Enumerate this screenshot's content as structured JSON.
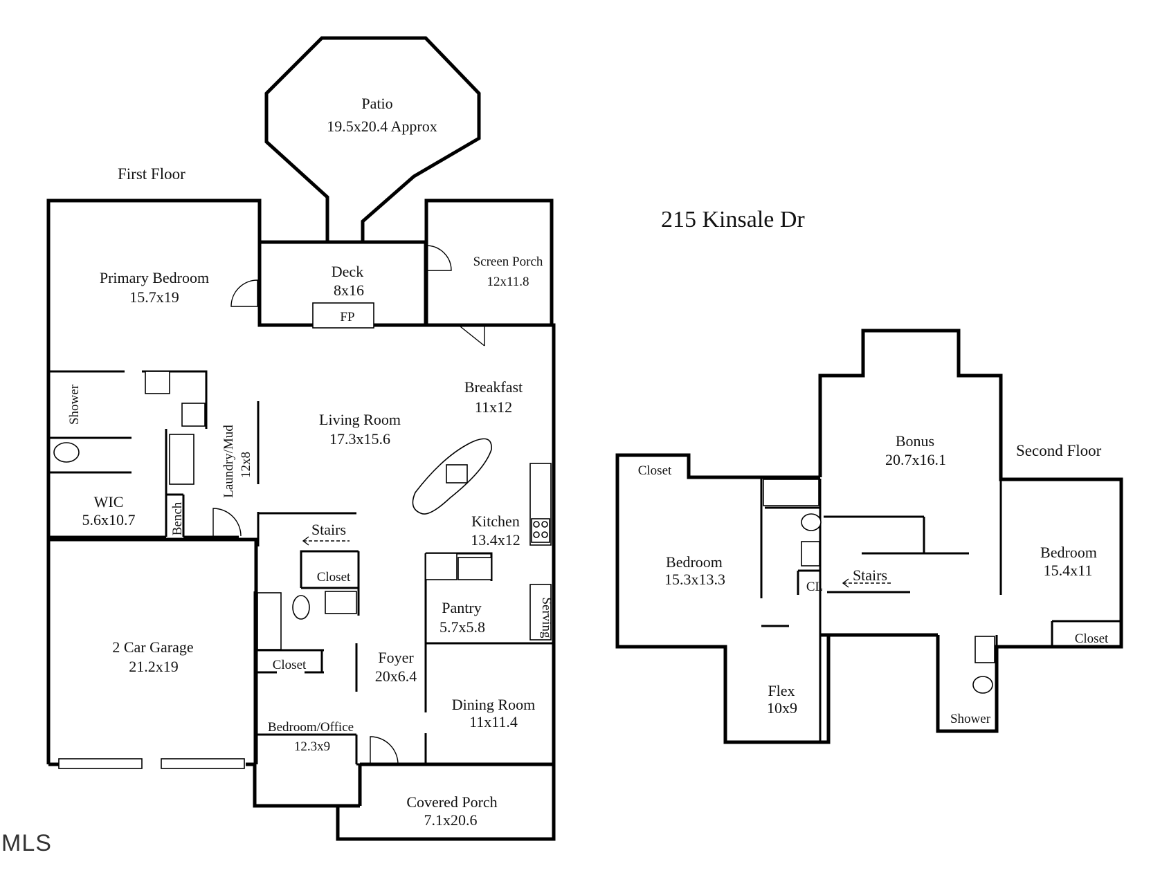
{
  "address": "215 Kinsale Dr",
  "watermark": "MLS",
  "first_floor": {
    "label": "First Floor",
    "rooms": {
      "patio": {
        "name": "Patio",
        "dim": "19.5x20.4 Approx"
      },
      "deck": {
        "name": "Deck",
        "dim": "8x16"
      },
      "fireplace": {
        "name": "FP"
      },
      "screen_porch": {
        "name": "Screen Porch",
        "dim": "12x11.8"
      },
      "primary_bedroom": {
        "name": "Primary Bedroom",
        "dim": "15.7x19"
      },
      "shower": {
        "name": "Shower"
      },
      "wic": {
        "name": "WIC",
        "dim": "5.6x10.7"
      },
      "bench": {
        "name": "Bench"
      },
      "laundry": {
        "name": "Laundry/Mud",
        "dim": "12x8"
      },
      "living_room": {
        "name": "Living Room",
        "dim": "17.3x15.6"
      },
      "breakfast": {
        "name": "Breakfast",
        "dim": "11x12"
      },
      "kitchen": {
        "name": "Kitchen",
        "dim": "13.4x12"
      },
      "stairs": {
        "name": "Stairs"
      },
      "closet_upper": {
        "name": "Closet"
      },
      "closet_lower": {
        "name": "Closet"
      },
      "pantry": {
        "name": "Pantry",
        "dim": "5.7x5.8"
      },
      "serving": {
        "name": "Serving"
      },
      "garage": {
        "name": "2 Car Garage",
        "dim": "21.2x19"
      },
      "foyer": {
        "name": "Foyer",
        "dim": "20x6.4"
      },
      "dining_room": {
        "name": "Dining Room",
        "dim": "11x11.4"
      },
      "bedroom_office": {
        "name": "Bedroom/Office",
        "dim": "12.3x9"
      },
      "covered_porch": {
        "name": "Covered Porch",
        "dim": "7.1x20.6"
      }
    }
  },
  "second_floor": {
    "label": "Second Floor",
    "rooms": {
      "closet_left": {
        "name": "Closet"
      },
      "bonus": {
        "name": "Bonus",
        "dim": "20.7x16.1"
      },
      "bedroom_left": {
        "name": "Bedroom",
        "dim": "15.3x13.3"
      },
      "cl": {
        "name": "CL"
      },
      "stairs": {
        "name": "Stairs"
      },
      "bedroom_right": {
        "name": "Bedroom",
        "dim": "15.4x11"
      },
      "closet_right": {
        "name": "Closet"
      },
      "flex": {
        "name": "Flex",
        "dim": "10x9"
      },
      "shower": {
        "name": "Shower"
      }
    }
  }
}
